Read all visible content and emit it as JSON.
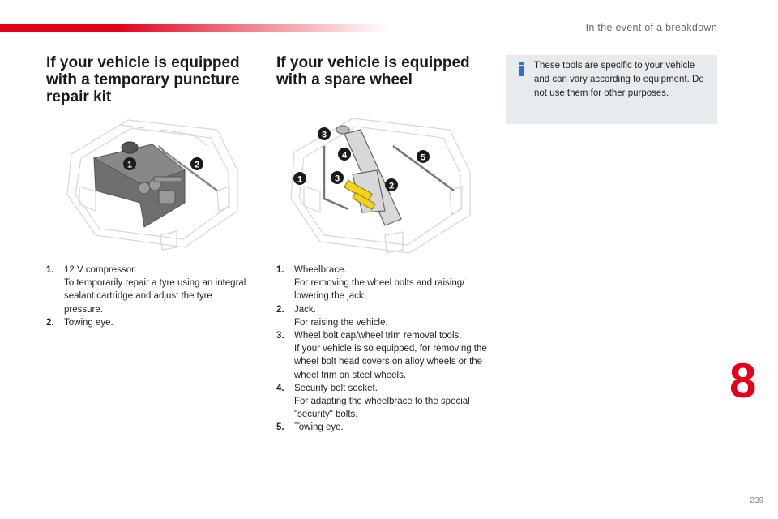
{
  "header": {
    "section_title": "In the event of a breakdown"
  },
  "left": {
    "title": "If your vehicle is equipped with a temporary puncture repair kit",
    "items": [
      {
        "num": "1.",
        "lines": [
          "12 V compressor.",
          "To temporarily repair a tyre using an integral sealant cartridge and adjust the tyre pressure."
        ]
      },
      {
        "num": "2.",
        "lines": [
          "Towing eye."
        ]
      }
    ]
  },
  "right": {
    "title": "If your vehicle is equipped with a spare wheel",
    "items": [
      {
        "num": "1.",
        "lines": [
          "Wheelbrace.",
          "For removing the wheel bolts and raising/ lowering the jack."
        ]
      },
      {
        "num": "2.",
        "lines": [
          "Jack.",
          "For raising the vehicle."
        ]
      },
      {
        "num": "3.",
        "lines": [
          "Wheel bolt cap/wheel trim removal tools.",
          "If your vehicle is so equipped, for removing the wheel bolt head covers on alloy wheels or the wheel trim on steel wheels."
        ]
      },
      {
        "num": "4.",
        "lines": [
          "Security bolt socket.",
          "For adapting the wheelbrace to the special \"security\" bolts."
        ]
      },
      {
        "num": "5.",
        "lines": [
          "Towing eye."
        ]
      }
    ]
  },
  "note": {
    "icon": "info-icon",
    "text": "These tools are specific to your vehicle and can vary according to equipment. Do not use them for other purposes."
  },
  "figures": {
    "left_callouts": [
      "1",
      "2"
    ],
    "right_callouts": [
      "3",
      "4",
      "5",
      "1",
      "3",
      "2"
    ]
  },
  "chapter_number": "8",
  "page_number": "239",
  "colors": {
    "accent": "#e3001b",
    "note_bg": "#e8ebee",
    "info_icon": "#2f6fd1",
    "highlight": "#f2d31b"
  }
}
